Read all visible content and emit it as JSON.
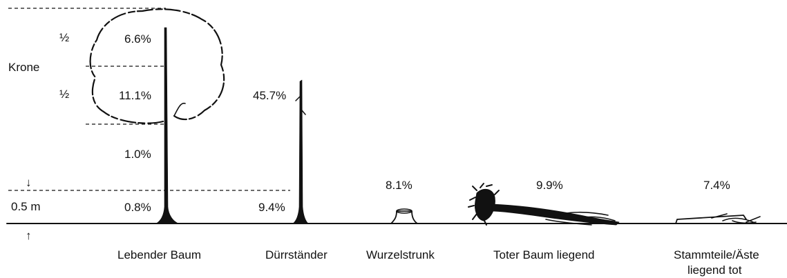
{
  "side_labels": {
    "crown": "Krone",
    "height": "0.5 m",
    "arrow_down": "↓",
    "arrow_up": "↑",
    "half_upper": "½",
    "half_lower": "½"
  },
  "living_tree": {
    "label": "Lebender Baum",
    "crown_upper_pct": "6.6%",
    "crown_lower_pct": "11.1%",
    "stem_pct": "1.0%",
    "base_pct": "0.8%"
  },
  "snag": {
    "label": "Dürrständer",
    "upper_pct": "45.7%",
    "base_pct": "9.4%"
  },
  "stump": {
    "label": "Wurzelstrunk",
    "pct": "8.1%"
  },
  "dead_tree": {
    "label": "Toter Baum liegend",
    "pct": "9.9%"
  },
  "pieces": {
    "label_line1": "Stammteile/Äste",
    "label_line2": "liegend tot",
    "pct": "7.4%"
  }
}
